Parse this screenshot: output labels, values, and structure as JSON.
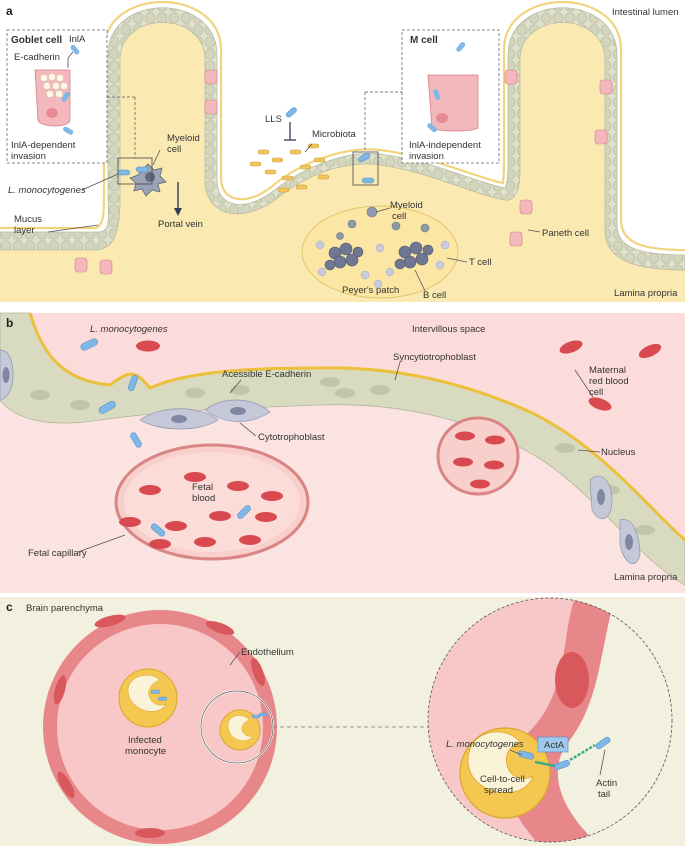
{
  "panels": {
    "a": {
      "letter": "a",
      "lumen": "Intestinal lumen",
      "lamina": "Lamina propria",
      "goblet_title": "Goblet cell",
      "ecadherin": "E-cadherin",
      "inla": "InlA",
      "inla_dep_1": "InlA-dependent",
      "inla_dep_2": "invasion",
      "mcell_title": "M cell",
      "inla_indep_1": "InlA-independent",
      "inla_indep_2": "invasion",
      "myeloid_1": "Myeloid",
      "myeloid_2": "cell",
      "lm": "L. monocytogenes",
      "portal": "Portal vein",
      "mucus_1": "Mucus",
      "mucus_2": "layer",
      "lls": "LLS",
      "microbiota": "Microbiota",
      "myeloid2_1": "Myeloid",
      "myeloid2_2": "cell",
      "tcell": "T cell",
      "bcell": "B cell",
      "peyer": "Peyer's patch",
      "paneth": "Paneth cell"
    },
    "b": {
      "letter": "b",
      "lm": "L. monocytogenes",
      "intervillous": "Intervillous space",
      "maternal_1": "Maternal",
      "maternal_2": "red blood",
      "maternal_3": "cell",
      "ecad": "Acessible E-cadherin",
      "syncytio": "Syncytiotrophoblast",
      "cyto": "Cytotrophoblast",
      "nucleus": "Nucleus",
      "fetal_1": "Fetal",
      "fetal_2": "blood",
      "capillary": "Fetal capillary",
      "lamina": "Lamina propria"
    },
    "c": {
      "letter": "c",
      "brain": "Brain parenchyma",
      "endo": "Endothelium",
      "infected_1": "Infected",
      "infected_2": "monocyte",
      "lm": "L. monocytogenes",
      "acta": "ActA",
      "spread_1": "Cell-to-cell",
      "spread_2": "spread",
      "actin_1": "Actin",
      "actin_2": "tail"
    }
  },
  "colors": {
    "villus": "#f9e4a6",
    "villus_outline": "#e9c45a",
    "epithelium": "#d9dcc6",
    "bacteria": "#7fb7e6",
    "rbc": "#d84a4f",
    "plasma": "#f6c9c6",
    "panel_c_bg": "#f2f1e0",
    "vessel": "#e8878a",
    "monocyte": "#f4c850"
  }
}
